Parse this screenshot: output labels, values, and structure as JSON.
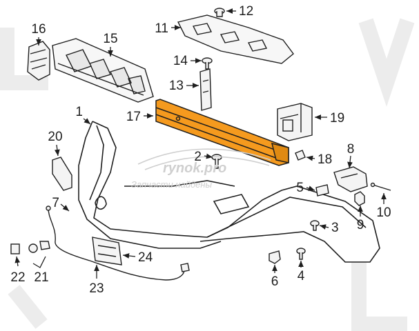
{
  "diagram": {
    "callouts": [
      {
        "id": "c1",
        "text": "1"
      },
      {
        "id": "c2",
        "text": "2"
      },
      {
        "id": "c3",
        "text": "3"
      },
      {
        "id": "c4",
        "text": "4"
      },
      {
        "id": "c5",
        "text": "5"
      },
      {
        "id": "c6",
        "text": "6"
      },
      {
        "id": "c7",
        "text": "7"
      },
      {
        "id": "c8",
        "text": "8"
      },
      {
        "id": "c9",
        "text": "9"
      },
      {
        "id": "c10",
        "text": "10"
      },
      {
        "id": "c11",
        "text": "11"
      },
      {
        "id": "c12",
        "text": "12"
      },
      {
        "id": "c13",
        "text": "13"
      },
      {
        "id": "c14",
        "text": "14"
      },
      {
        "id": "c15",
        "text": "15"
      },
      {
        "id": "c16",
        "text": "16"
      },
      {
        "id": "c17",
        "text": "17"
      },
      {
        "id": "c18",
        "text": "18"
      },
      {
        "id": "c19",
        "text": "19"
      },
      {
        "id": "c20",
        "text": "20"
      },
      {
        "id": "c21",
        "text": "21"
      },
      {
        "id": "c22",
        "text": "22"
      },
      {
        "id": "c23",
        "text": "23"
      },
      {
        "id": "c24",
        "text": "24"
      }
    ],
    "highlight_color": "#f59a1e",
    "line_color": "#1e1e1e"
  },
  "watermark": {
    "caption": "Запчасти найдены",
    "logo_text": "rynok.pro",
    "color": "#cfcfcf"
  }
}
